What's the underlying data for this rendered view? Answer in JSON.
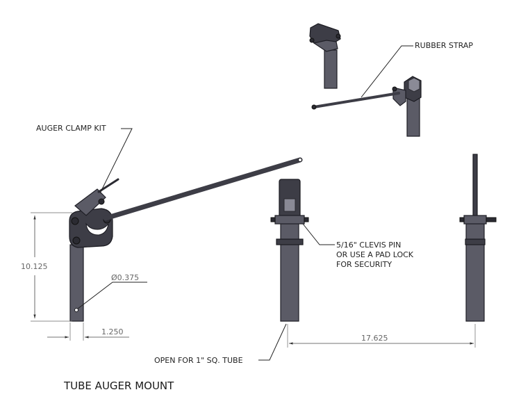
{
  "labels": {
    "rubber_strap": "RUBBER STRAP",
    "auger_clamp_kit": "AUGER CLAMP KIT",
    "clevis_line1": "5/16\" CLEVIS PIN",
    "clevis_line2": "OR USE A PAD LOCK",
    "clevis_line3": "FOR SECURITY",
    "open_tube": "OPEN FOR 1\" SQ. TUBE",
    "title": "TUBE AUGER MOUNT"
  },
  "dimensions": {
    "height": "10.125",
    "hole_dia": "Ø0.375",
    "width": "1.250",
    "spacing": "17.625"
  },
  "colors": {
    "metal": "#5b5b66",
    "metal_dark": "#3d3d46",
    "line": "#222222"
  }
}
